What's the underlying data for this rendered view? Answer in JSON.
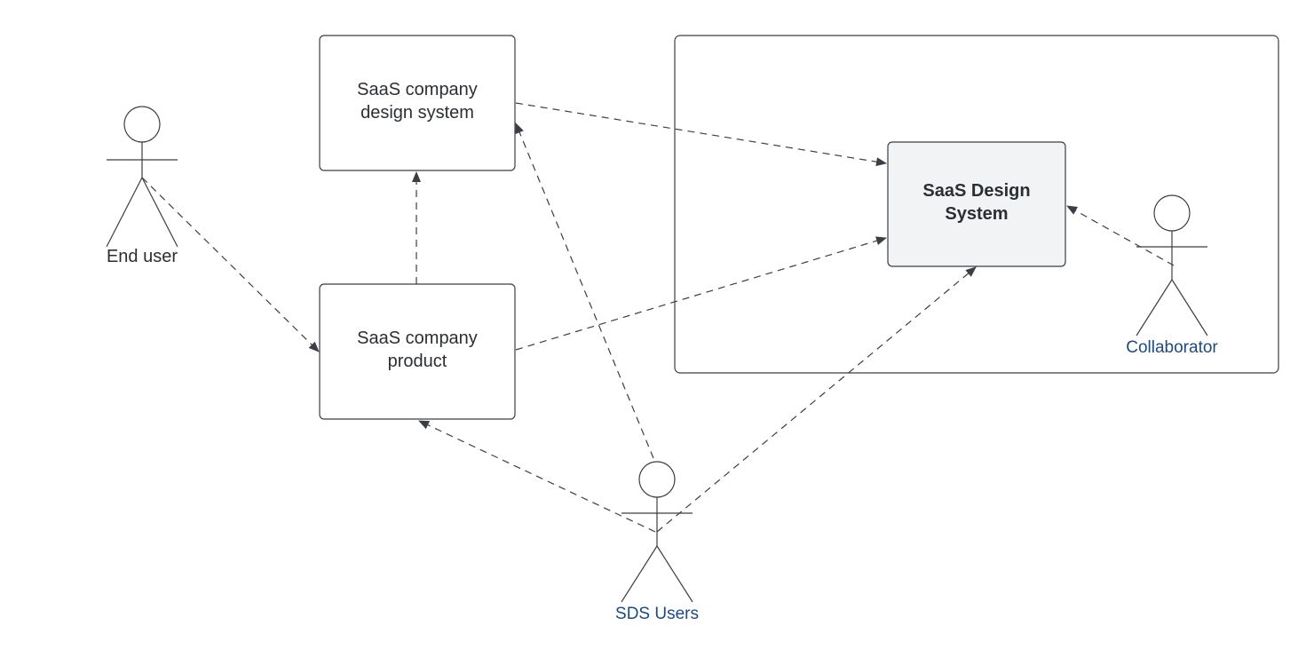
{
  "nodes": {
    "design_system": {
      "lines": [
        "SaaS company",
        "design system"
      ]
    },
    "product": {
      "lines": [
        "SaaS company",
        "product"
      ]
    },
    "sds": {
      "lines": [
        "SaaS Design",
        "System"
      ]
    }
  },
  "actors": {
    "end_user": {
      "label": "End user"
    },
    "sds_users": {
      "label": "SDS Users"
    },
    "collaborator": {
      "label": "Collaborator"
    }
  },
  "colors": {
    "stroke": "#3a3f45",
    "text": "#2b2f33",
    "actor_label_blue": "#1f4a7a",
    "sds_fill": "#f2f3f5"
  }
}
